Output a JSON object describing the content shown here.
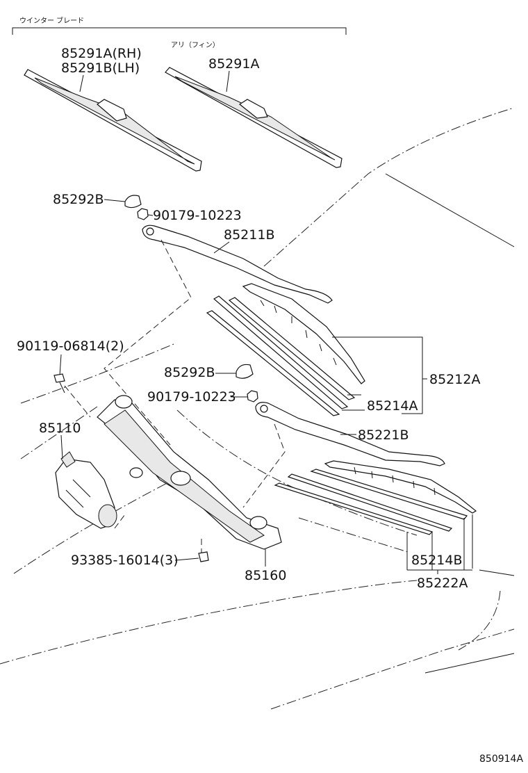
{
  "header": {
    "winter_blade_label": "ウインター ブレード",
    "option_label": "アリ（フィン）"
  },
  "parts": {
    "blade_rh": "85291A(RH)",
    "blade_lh": "85291B(LH)",
    "blade_opt": "85291A",
    "cap_upper": "85292B",
    "nut_upper": "90179-10223",
    "arm_rh": "85211B",
    "bolt_motor": "90119-06814(2)",
    "blade_assy_rh": "85212A",
    "cap_lower": "85292B",
    "nut_lower": "90179-10223",
    "rubber_rh": "85214A",
    "motor": "85110",
    "arm_lh": "85221B",
    "bolt_link": "93385-16014(3)",
    "link": "85160",
    "rubber_lh": "85214B",
    "blade_assy_lh": "85222A"
  },
  "diagram_ref": "850914A"
}
